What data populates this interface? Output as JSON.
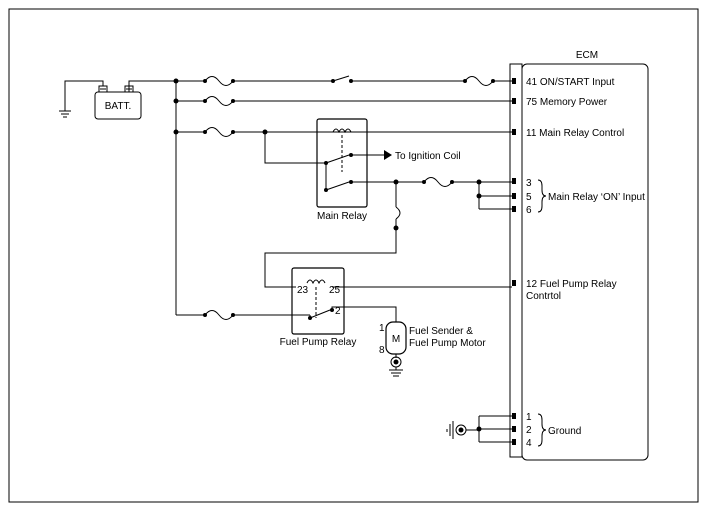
{
  "ecm": {
    "title": "ECM"
  },
  "battery": {
    "label": "BATT."
  },
  "pins": {
    "on_start": "41 ON/START Input",
    "memory_power": "75 Memory Power",
    "main_relay_control": "11 Main Relay Control",
    "fuel_pump_control_line1": "12 Fuel Pump Relay",
    "fuel_pump_control_line2": "Contrtol",
    "main_relay_on_pins": [
      "3",
      "5",
      "6"
    ],
    "main_relay_on_label": "Main Relay ‘ON’ Input",
    "ground_pins": [
      "1",
      "2",
      "4"
    ],
    "ground_label": "Ground"
  },
  "main_relay": {
    "label": "Main Relay"
  },
  "ignition": {
    "label": "To Ignition Coil"
  },
  "fuel_pump_relay": {
    "label": "Fuel Pump Relay",
    "terminal_left": "23",
    "terminal_right": "25",
    "terminal_switch": "2"
  },
  "motor": {
    "symbol": "M",
    "pin_top": "1",
    "pin_bottom": "8",
    "label_line1": "Fuel Sender &",
    "label_line2": "Fuel Pump Motor"
  }
}
